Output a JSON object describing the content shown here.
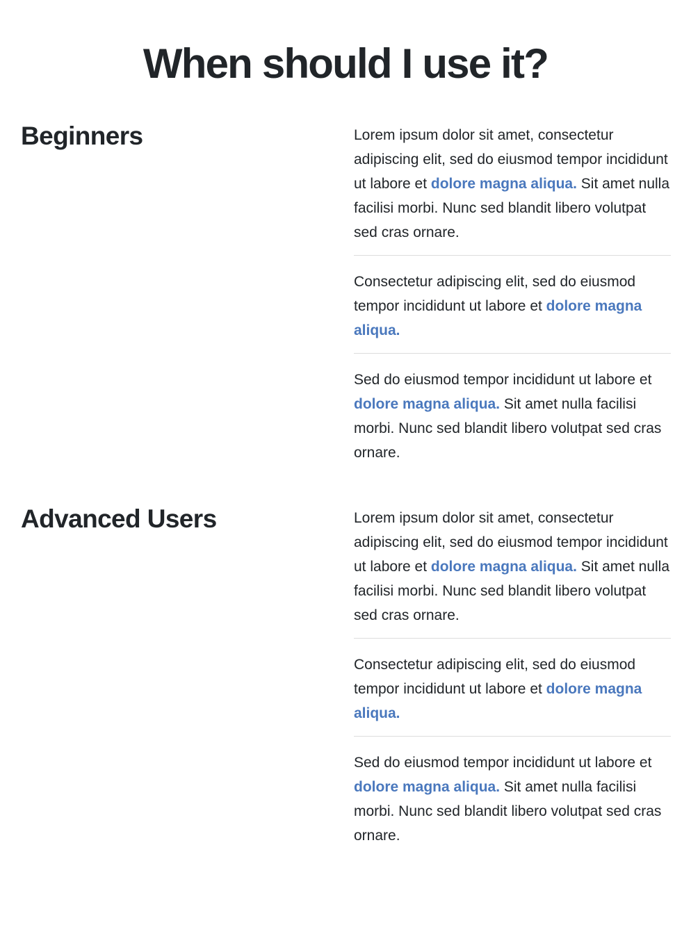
{
  "page": {
    "title": "When should I use it?"
  },
  "sections": [
    {
      "heading": "Beginners",
      "items": [
        {
          "before": "Lorem ipsum dolor sit amet, consectetur adipiscing elit, sed do eiusmod tempor incididunt ut labore et ",
          "link": "dolore magna aliqua.",
          "after": " Sit amet nulla facilisi morbi. Nunc sed blandit libero volutpat sed cras ornare."
        },
        {
          "before": "Consectetur adipiscing elit, sed do eiusmod tempor incididunt ut labore et ",
          "link": "dolore magna aliqua.",
          "after": ""
        },
        {
          "before": "Sed do eiusmod tempor incididunt ut labore et ",
          "link": "dolore magna aliqua.",
          "after": " Sit amet nulla facilisi morbi. Nunc sed blandit libero volutpat sed cras ornare."
        }
      ]
    },
    {
      "heading": "Advanced Users",
      "items": [
        {
          "before": "Lorem ipsum dolor sit amet, consectetur adipiscing elit, sed do eiusmod tempor incididunt ut labore et ",
          "link": "dolore magna aliqua.",
          "after": " Sit amet nulla facilisi morbi. Nunc sed blandit libero volutpat sed cras ornare."
        },
        {
          "before": "Consectetur adipiscing elit, sed do eiusmod tempor incididunt ut labore et ",
          "link": "dolore magna aliqua.",
          "after": ""
        },
        {
          "before": "Sed do eiusmod tempor incididunt ut labore et ",
          "link": "dolore magna aliqua.",
          "after": " Sit amet nulla facilisi morbi. Nunc sed blandit libero volutpat sed cras ornare."
        }
      ]
    }
  ],
  "colors": {
    "text": "#212529",
    "link": "#4a78bd",
    "divider": "#dddddd",
    "background": "#ffffff"
  }
}
